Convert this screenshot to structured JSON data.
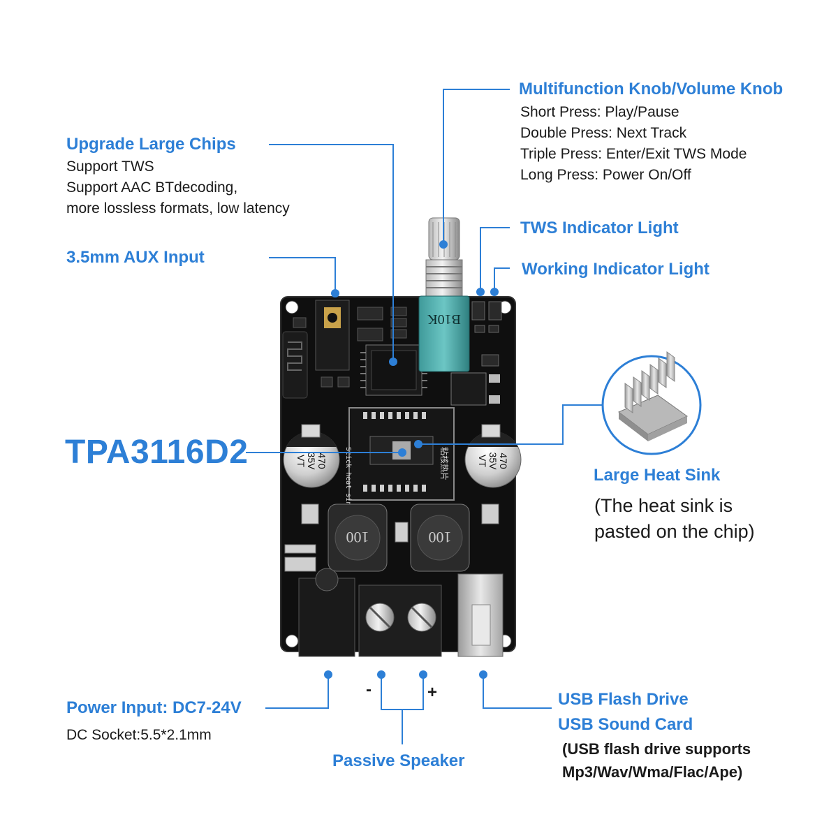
{
  "callouts": {
    "knob": {
      "title": "Multifunction Knob/Volume Knob",
      "lines": [
        "Short Press: Play/Pause",
        "Double Press: Next Track",
        "Triple Press: Enter/Exit TWS Mode",
        "Long Press: Power On/Off"
      ]
    },
    "chips": {
      "title": "Upgrade Large Chips",
      "lines": [
        "Support TWS",
        "Support AAC BTdecoding,",
        "more lossless formats, low latency"
      ]
    },
    "aux": {
      "title": "3.5mm AUX Input"
    },
    "tws_light": {
      "title": "TWS Indicator Light"
    },
    "work_light": {
      "title": "Working Indicator Light"
    },
    "amp_chip": {
      "title": "TPA3116D2"
    },
    "heatsink": {
      "title": "Large Heat Sink",
      "lines": [
        "(The heat sink is",
        "pasted on the chip)"
      ]
    },
    "power": {
      "title": "Power Input: DC7-24V",
      "line": "DC Socket:5.5*2.1mm"
    },
    "speaker": {
      "title": "Passive Speaker",
      "minus": "-",
      "plus": "+"
    },
    "usb": {
      "title1": "USB Flash Drive",
      "title2": "USB Sound Card",
      "lines": [
        "(USB flash drive supports",
        "Mp3/Wav/Wma/Flac/Ape)"
      ]
    }
  },
  "board": {
    "potentiometer_marking": "B10K",
    "capacitor_marking": [
      "470",
      "35V",
      "VT"
    ],
    "inductor_marking": "100",
    "heat_sink_label": [
      "Stick heat sink",
      "粘核热片"
    ]
  },
  "colors": {
    "accent": "#2d7fd6",
    "board": "#111111",
    "text": "#1a1a1a"
  }
}
